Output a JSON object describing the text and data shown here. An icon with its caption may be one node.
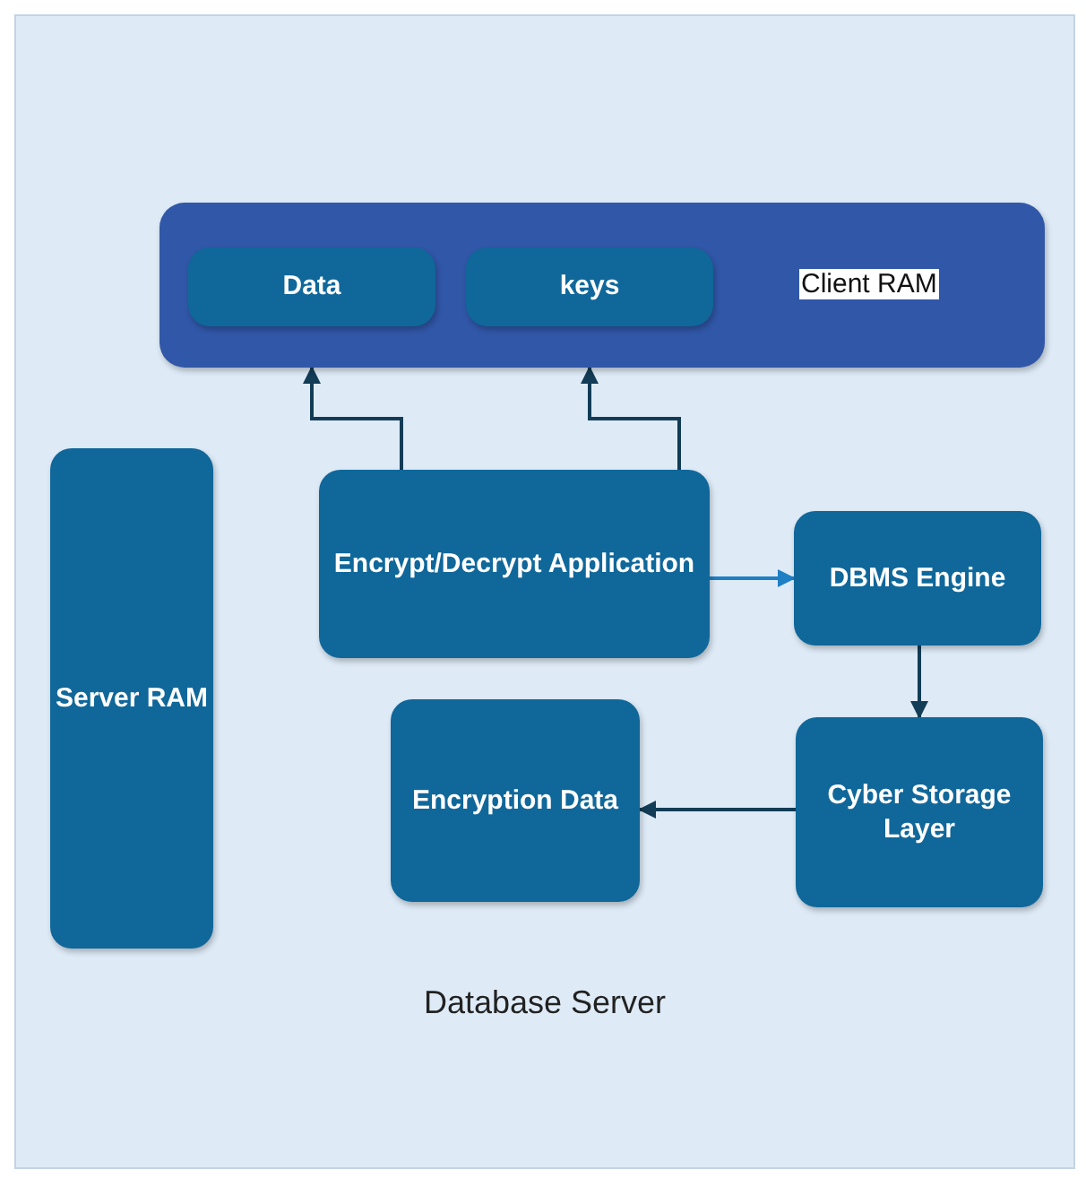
{
  "diagram": {
    "nodes": [
      {
        "text": [
          "Database Server"
        ]
      },
      {
        "text": [
          "Client RAM"
        ],
        "in": 0
      },
      {
        "text": [
          "Data"
        ],
        "in": 1
      },
      {
        "text": [
          "keys"
        ],
        "in": 1
      },
      {
        "text": [
          "Server RAM"
        ],
        "in": 0
      },
      {
        "text": [
          "Encrypt/Decrypt Application"
        ],
        "in": 0
      },
      {
        "text": [
          "DBMS Engine"
        ],
        "in": 0
      },
      {
        "text": [
          "Encryption Data"
        ],
        "in": 0
      },
      {
        "text": [
          "Cyber Storage Layer"
        ],
        "in": 0
      }
    ],
    "edges": [
      {
        "from": 5,
        "to": 2,
        "arrow": "to"
      },
      {
        "from": 5,
        "to": 3,
        "arrow": "to"
      },
      {
        "from": 5,
        "to": 6,
        "arrow": "to",
        "color": "#1f7fc4"
      },
      {
        "from": 6,
        "to": 8,
        "arrow": "to"
      },
      {
        "from": 8,
        "to": 7,
        "arrow": "to"
      }
    ]
  }
}
